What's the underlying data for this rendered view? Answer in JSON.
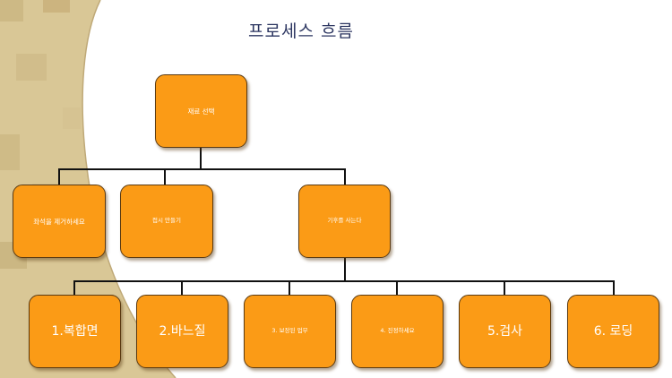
{
  "title": "프로세스 흐름",
  "colors": {
    "node_fill": "#fb9b16",
    "node_border": "#5a3a12",
    "connector": "#111111",
    "title": "#2b3560",
    "background_art": "#d9c796"
  },
  "nodes": {
    "root": "재료 선택",
    "branch_1": "좌석을 제거하세요",
    "branch_2": "접시 만들기",
    "branch_3": "기후를 사는다",
    "step_1": "1.복합면",
    "step_2": "2.바느질",
    "step_3": "3. 보장된 업무",
    "step_4": "4. 진정하세요",
    "step_5": "5.검사",
    "step_6": "6. 로딩"
  }
}
